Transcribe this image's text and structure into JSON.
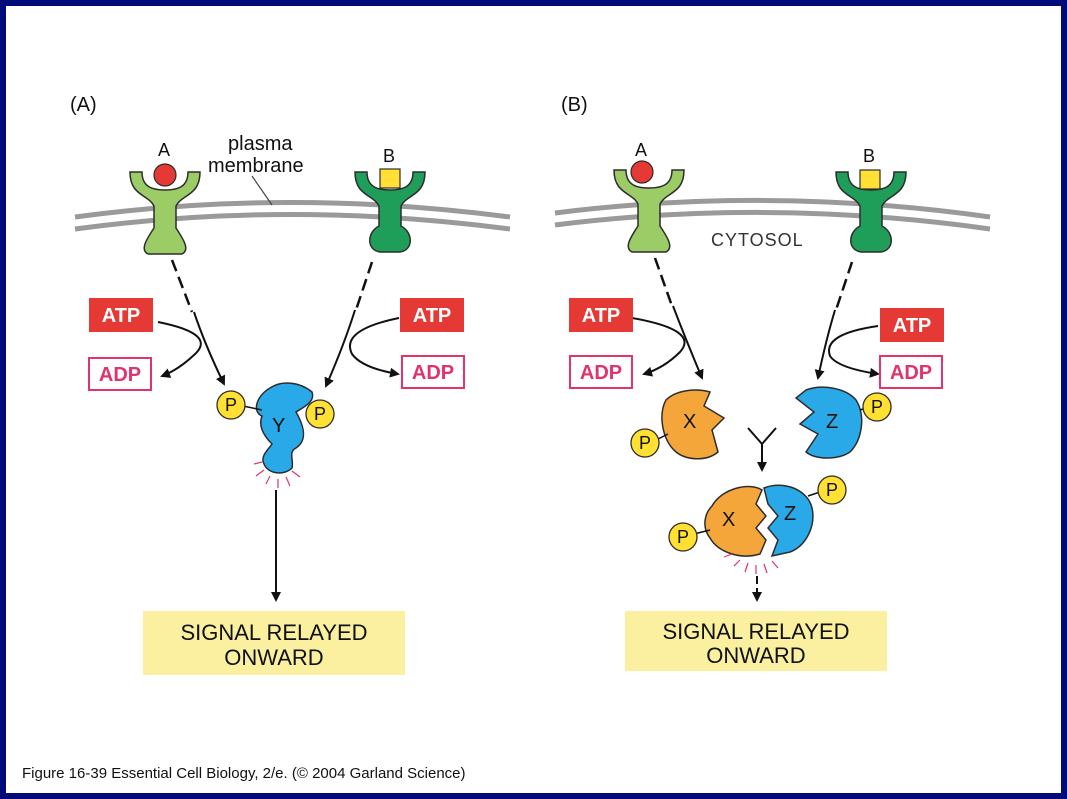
{
  "caption": "Figure 16-39  Essential Cell Biology, 2/e. (© 2004 Garland Science)",
  "colors": {
    "border": "#000a78",
    "membrane": "#9a9a9a",
    "receptor_a": "#9ccc65",
    "receptor_b": "#1f9e5a",
    "ligand_a": "#e53935",
    "ligand_b": "#ffe033",
    "atp_fill": "#e53935",
    "adp_border": "#e0336f",
    "phosphate": "#ffe033",
    "protein_y": "#29a9e8",
    "protein_x": "#f5a63b",
    "protein_z": "#29a9e8",
    "signal_box": "#faf0a0"
  },
  "panelA": {
    "label": "(A)",
    "receptor_a_label": "A",
    "receptor_b_label": "B",
    "membrane_label_1": "plasma",
    "membrane_label_2": "membrane",
    "atp_left": "ATP",
    "adp_left": "ADP",
    "atp_right": "ATP",
    "adp_right": "ADP",
    "phosphate_left": "P",
    "phosphate_right": "P",
    "protein_label": "Y",
    "signal_line_1": "SIGNAL RELAYED",
    "signal_line_2": "ONWARD"
  },
  "panelB": {
    "label": "(B)",
    "receptor_a_label": "A",
    "receptor_b_label": "B",
    "cytosol_label": "CYTOSOL",
    "atp_left": "ATP",
    "adp_left": "ADP",
    "atp_right": "ATP",
    "adp_right": "ADP",
    "protein_x_label": "X",
    "protein_z_label": "Z",
    "phosphate_x": "P",
    "phosphate_z": "P",
    "complex_x_label": "X",
    "complex_z_label": "Z",
    "phosphate_complex_x": "P",
    "phosphate_complex_z": "P",
    "signal_line_1": "SIGNAL RELAYED",
    "signal_line_2": "ONWARD"
  }
}
